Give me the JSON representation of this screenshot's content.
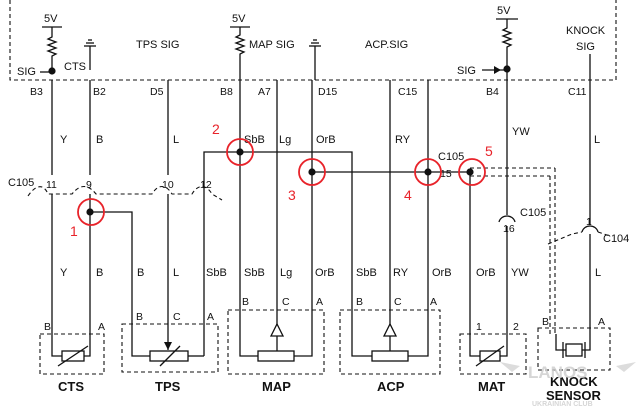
{
  "ecu": {
    "v5_left": "5V",
    "v5_mid": "5V",
    "v5_right": "5V",
    "sig_cts": "SIG",
    "cts_in": "CTS",
    "tps_sig": "TPS SIG",
    "map_sig": "MAP SIG",
    "acp_sig": "ACP.SIG",
    "sig_right": "SIG",
    "knock_sig": "KNOCK",
    "knock_sig2": "SIG",
    "pins": [
      "B3",
      "B2",
      "D5",
      "B8",
      "A7",
      "D15",
      "C15",
      "B4",
      "C11"
    ]
  },
  "wire_colors_top": [
    "Y",
    "B",
    "L",
    "SbB",
    "Lg",
    "OrB",
    "RY",
    "YW",
    "L"
  ],
  "connector": {
    "name": "C105",
    "name_right": "C105",
    "pins": [
      "11",
      "9",
      "10",
      "12",
      "15"
    ],
    "c105_pin16_name": "C105",
    "c105_pin16": "16",
    "c104_name": "C104",
    "c104_pin": "1"
  },
  "wire_colors_bottom": [
    "Y",
    "B",
    "B",
    "L",
    "SbB",
    "SbB",
    "Lg",
    "OrB",
    "SbB",
    "RY",
    "OrB",
    "OrB",
    "YW",
    "L"
  ],
  "components": [
    {
      "name": "CTS",
      "pins": [
        "B",
        "A"
      ]
    },
    {
      "name": "TPS",
      "pins": [
        "B",
        "C",
        "A"
      ]
    },
    {
      "name": "MAP",
      "pins": [
        "B",
        "C",
        "A"
      ]
    },
    {
      "name": "ACP",
      "pins": [
        "B",
        "C",
        "A"
      ]
    },
    {
      "name": "MAT",
      "pins": [
        "1",
        "2"
      ]
    },
    {
      "name": "KNOCK",
      "name2": "SENSOR",
      "pins": [
        "B",
        "A"
      ]
    }
  ],
  "markers": [
    "1",
    "2",
    "3",
    "4",
    "5"
  ],
  "watermark": {
    "title": "LANOS",
    "subtitle": "UKRAINIAN CLUB"
  }
}
